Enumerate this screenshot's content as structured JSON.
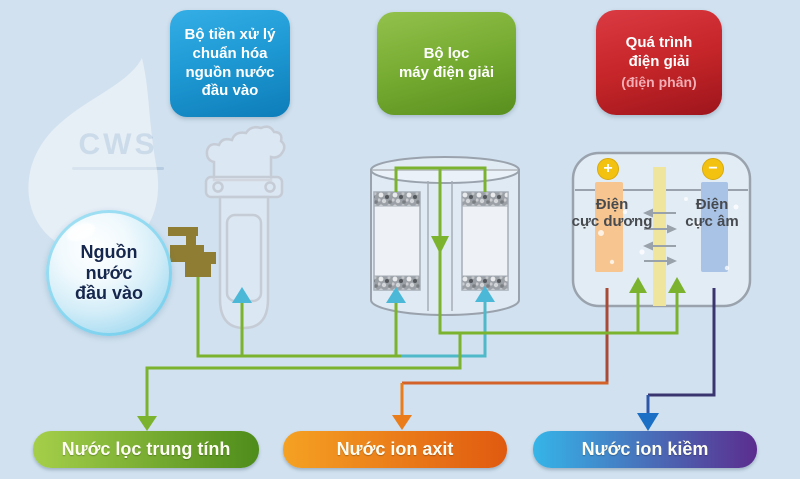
{
  "colors": {
    "background": "#d1e1ef",
    "box_blue": "#1f9ad4",
    "box_green": "#76ab31",
    "box_red": "#c62629",
    "pipe_green": "#7cb32e",
    "pipe_teal": "#4fb9c9",
    "pipe_orange_dark": "#a84a35",
    "pipe_orange_mid": "#d2622a",
    "pipe_orange": "#ea7c1a",
    "pipe_navy": "#3a356f",
    "pipe_blue": "#2d57a8",
    "arrow_cyan": "#4cb8d8",
    "arrow_blue": "#1b70c6",
    "electrode_positive": "#f6c590",
    "electrode_negative": "#a9c3e6",
    "membrane_yellow": "#f0e59c",
    "sign_circle": "#f3c211",
    "faucet": "#8e7d33",
    "device_outline": "#9aa3ad",
    "pill_green_start": "#a5cf4a",
    "pill_green_end": "#4e8c1b",
    "pill_orange_start": "#f5a123",
    "pill_orange_end": "#e05a10",
    "pill_blue_start": "#35b5e8",
    "pill_blue_end": "#5b2d8e"
  },
  "watermark": {
    "logo": "CWS"
  },
  "top_boxes": [
    {
      "label": "Bộ tiền xử lý\nchuẩn hóa\nnguồn nước\nđầu vào"
    },
    {
      "label": "Bộ lọc\nmáy điện giải"
    },
    {
      "label": "Quá trình\nđiện giải",
      "sublabel": "(điện phân)"
    }
  ],
  "source": {
    "label": "Nguồn\nnước\nđầu vào"
  },
  "chamber": {
    "positive_sign": "+",
    "negative_sign": "−",
    "positive_label": "Điện\ncực dương",
    "negative_label": "Điện\ncực âm"
  },
  "outputs": [
    {
      "label": "Nước lọc trung tính"
    },
    {
      "label": "Nước ion axit"
    },
    {
      "label": "Nước ion kiềm"
    }
  ]
}
